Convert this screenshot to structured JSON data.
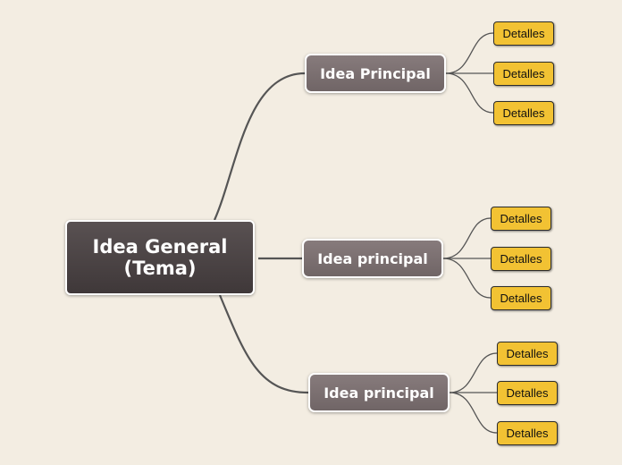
{
  "mindmap": {
    "root": {
      "line1": "Idea General",
      "line2": "(Tema)"
    },
    "branches": [
      {
        "label": "Idea Principal",
        "details": [
          "Detalles",
          "Detalles",
          "Detalles"
        ]
      },
      {
        "label": "Idea principal",
        "details": [
          "Detalles",
          "Detalles",
          "Detalles"
        ]
      },
      {
        "label": "Idea principal",
        "details": [
          "Detalles",
          "Detalles",
          "Detalles"
        ]
      }
    ]
  },
  "colors": {
    "background": "#f3ede2",
    "root_fill": "#4a4243",
    "main_fill": "#7b6f70",
    "detail_fill": "#f2c233",
    "connector": "#555555"
  }
}
